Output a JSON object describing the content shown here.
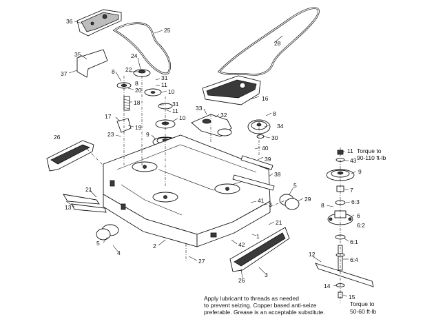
{
  "callouts": {
    "c36": "36",
    "c25": "25",
    "c28": "28",
    "c35": "35",
    "c24": "24",
    "c37": "37",
    "c8a": "8",
    "c22": "22",
    "c31a": "31",
    "c11a": "11",
    "c8b": "8",
    "c20": "20",
    "c10a": "10",
    "c18": "18",
    "c16": "16",
    "c33": "33",
    "c31b": "31",
    "c11b": "11",
    "c8c": "8",
    "c32": "32",
    "c10b": "10",
    "c17": "17",
    "c34": "34",
    "c19": "19",
    "c23": "23",
    "c9a": "9",
    "c30": "30",
    "c26a": "26",
    "c40": "40",
    "c11c": "11",
    "c43": "43",
    "c39": "39",
    "c9b": "9",
    "c38": "38",
    "c5a": "5",
    "c29": "29",
    "c7": "7",
    "c21a": "21",
    "c41": "41",
    "c3a": "3",
    "c8d": "8",
    "c63": "6:3",
    "c13": "13",
    "c6": "6",
    "c62": "6:2",
    "c21b": "21",
    "c1": "1",
    "c61": "6:1",
    "c5b": "5",
    "c2": "2",
    "c42": "42",
    "c4": "4",
    "c12": "12",
    "c64": "6:4",
    "c27": "27",
    "c26b": "26",
    "c3b": "3",
    "c14": "14",
    "c15": "15"
  },
  "notes": {
    "torque_top_1": "Torque to",
    "torque_top_2": "90-110 ft-lb",
    "torque_bottom_1": "Torque to",
    "torque_bottom_2": "50-60 ft-lb",
    "lube_1": "Apply lubricant to threads as needed",
    "lube_2": "to prevent seizing. Copper based anti-seize",
    "lube_3": "preferable. Grease is an acceptable substitute."
  }
}
